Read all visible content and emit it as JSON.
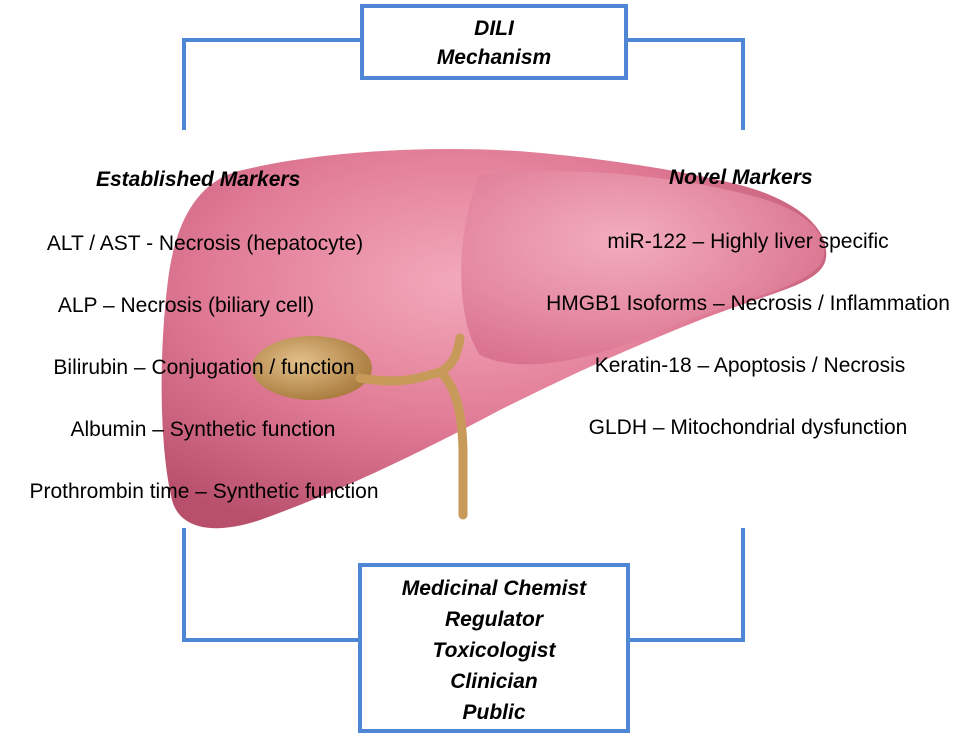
{
  "mechanism_box": {
    "line1": "DILI",
    "line2": "Mechanism"
  },
  "established": {
    "heading": "Established Markers",
    "items": [
      "ALT / AST  - Necrosis (hepatocyte)",
      "ALP – Necrosis (biliary cell)",
      "Bilirubin – Conjugation / function",
      "Albumin – Synthetic function",
      "Prothrombin time – Synthetic function"
    ]
  },
  "novel": {
    "heading": "Novel Markers",
    "items": [
      "miR-122 – Highly liver specific",
      "HMGB1 Isoforms – Necrosis / Inflammation",
      "Keratin-18 – Apoptosis / Necrosis",
      "GLDH – Mitochondrial dysfunction"
    ]
  },
  "stakeholders_box": {
    "items": [
      "Medicinal Chemist",
      "Regulator",
      "Toxicologist",
      "Clinician",
      "Public"
    ]
  },
  "colors": {
    "connector": "#4f86d6",
    "liver": "#e07a94",
    "gallbladder": "#c89a5a"
  },
  "icons": [
    "liver-illustration"
  ]
}
